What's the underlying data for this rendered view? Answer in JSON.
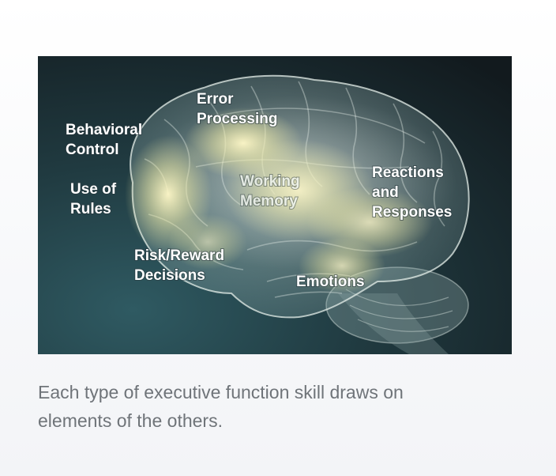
{
  "figure": {
    "labels": {
      "error_processing": [
        "Error",
        "Processing"
      ],
      "behavioral_control": [
        "Behavioral",
        "Control"
      ],
      "use_of_rules": [
        "Use of",
        "Rules"
      ],
      "working_memory": [
        "Working",
        "Memory"
      ],
      "reactions_and_responses": [
        "Reactions",
        "and",
        "Responses"
      ],
      "risk_reward_decisions": [
        "Risk/Reward",
        "Decisions"
      ],
      "emotions": [
        "Emotions"
      ]
    }
  },
  "caption": "Each type of executive function skill draws on elements of the others."
}
